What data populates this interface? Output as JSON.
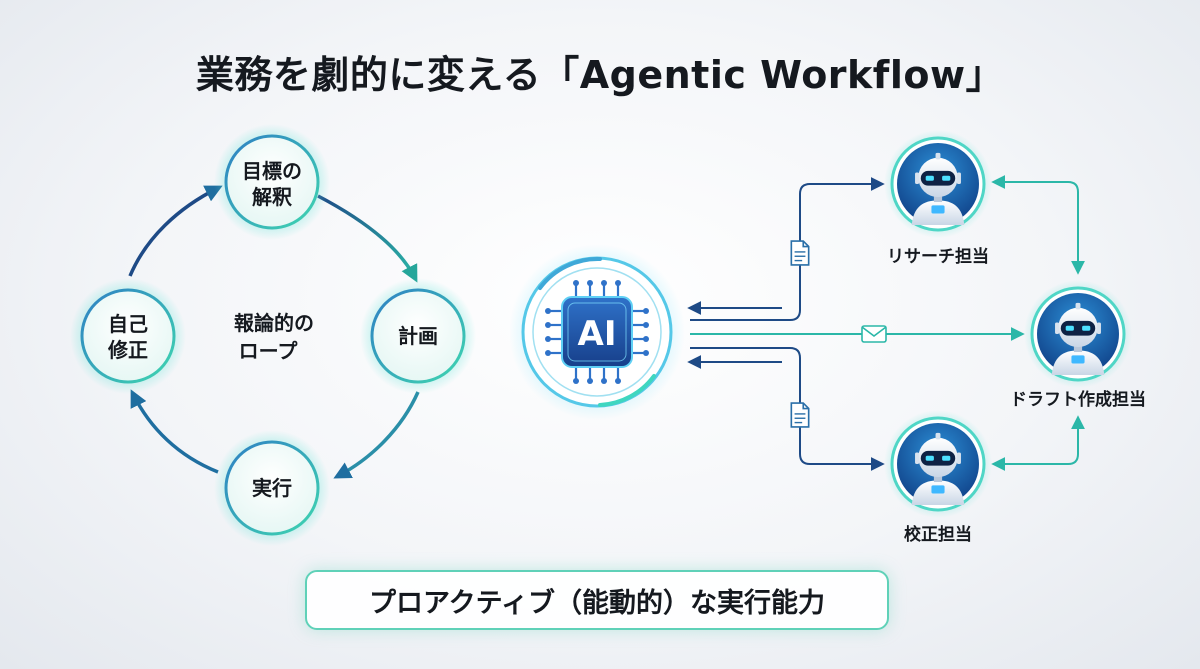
{
  "title": "業務を劇的に変える「Agentic Workflow」",
  "loop": {
    "center_label_lines": [
      "報論的の",
      "ロープ"
    ],
    "nodes": [
      {
        "id": "goal",
        "lines": [
          "目標の",
          "解釈"
        ]
      },
      {
        "id": "plan",
        "lines": [
          "計画"
        ]
      },
      {
        "id": "execute",
        "lines": [
          "実行"
        ]
      },
      {
        "id": "self-correct",
        "lines": [
          "自己",
          "修正"
        ]
      }
    ]
  },
  "hub": {
    "label": "AI",
    "icon": "cpu-chip-icon"
  },
  "agents": [
    {
      "id": "research",
      "label": "リサーチ担当",
      "icon": "robot-icon"
    },
    {
      "id": "draft",
      "label": "ドラフト作成担当",
      "icon": "robot-icon"
    },
    {
      "id": "proofread",
      "label": "校正担当",
      "icon": "robot-icon"
    }
  ],
  "connectors": {
    "research_icon": "document-icon",
    "draft_icon": "envelope-icon",
    "proofread_icon": "document-icon"
  },
  "banner": {
    "text": "プロアクティブ（能動的）な実行能力"
  },
  "colors": {
    "teal": "#2bb7a8",
    "navy": "#1e4a86",
    "cyan_glow": "#5fe3d6",
    "text": "#15191f"
  }
}
